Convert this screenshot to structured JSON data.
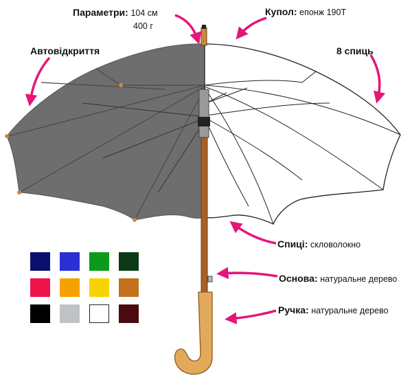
{
  "labels": {
    "parameters_label": "Параметри:",
    "parameters_length": "104 см",
    "parameters_weight": "400 г",
    "canopy_label": "Купол:",
    "canopy_value": "епонж 190Т",
    "auto_open": "Автовідкриття",
    "spokes_count": "8 спиць",
    "ribs_label": "Спиці:",
    "ribs_value": "скловолокно",
    "shaft_label": "Основа:",
    "shaft_value": "натуральне дерево",
    "handle_label": "Ручка:",
    "handle_value": "натуральне дерево"
  },
  "colors": {
    "canopy_grey": "#6e6e6e",
    "arrow_magenta": "#e5157a",
    "wood": "#c98a3c"
  },
  "swatches": [
    "#0a0f6e",
    "#2a2fd6",
    "#0d9a1c",
    "#0b3a16",
    "#f0134b",
    "#f7a100",
    "#f7d400",
    "#c4711e",
    "#000000",
    "#bfc3c6",
    "#ffffff",
    "#4a0a10"
  ]
}
